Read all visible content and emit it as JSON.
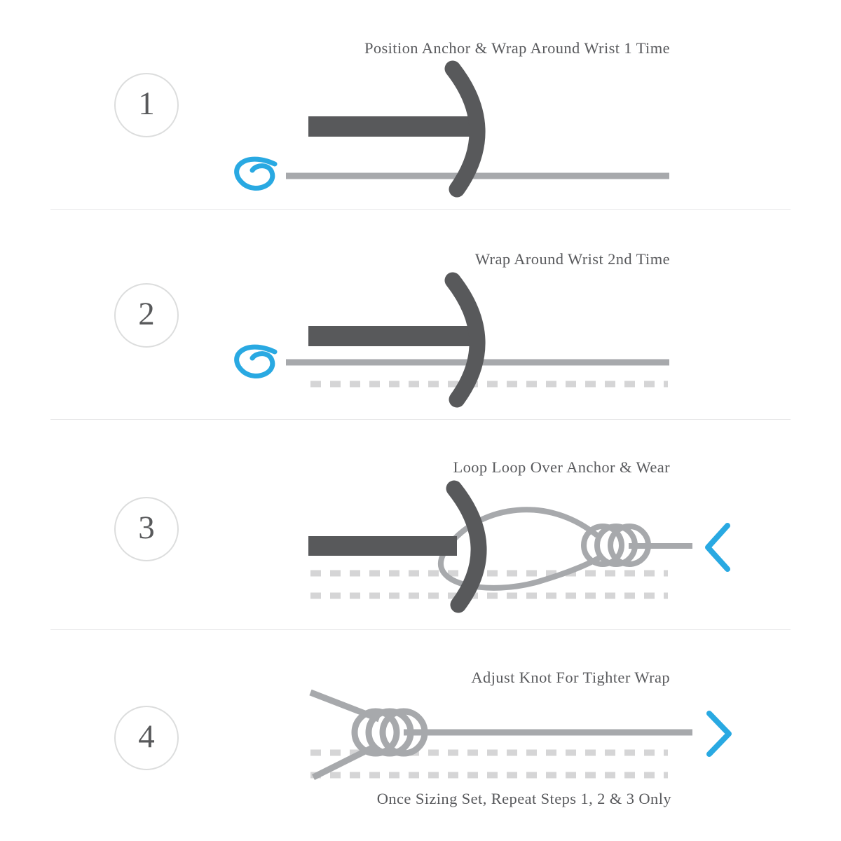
{
  "page": {
    "background": "#ffffff",
    "type": "knot-tying instruction diagram"
  },
  "colors": {
    "anchor_dark_gray": "#58595b",
    "cord_gray": "#a7a9ac",
    "dashed_light_gray": "#d5d5d6",
    "accent_blue": "#29a9e2",
    "text_gray": "#595a5d",
    "circle_border": "#dcdddd",
    "divider": "#e7e7e8"
  },
  "steps": [
    {
      "number": "1",
      "title": "Position Anchor & Wrap Around Wrist 1 Time"
    },
    {
      "number": "2",
      "title": "Wrap Around Wrist 2nd Time"
    },
    {
      "number": "3",
      "title": "Loop Loop Over Anchor & Wear"
    },
    {
      "number": "4",
      "title": "Adjust Knot For Tighter Wrap"
    }
  ],
  "footnote": "Once Sizing Set, Repeat Steps 1, 2 & 3 Only",
  "icons": {
    "anchor": "anchor-bar-with-arc",
    "squiggle": "blue pull-direction squiggle arrow",
    "chevron_left": "blue chevron pointing left",
    "chevron_right": "blue chevron pointing right",
    "knot": "coiled knot rings"
  }
}
